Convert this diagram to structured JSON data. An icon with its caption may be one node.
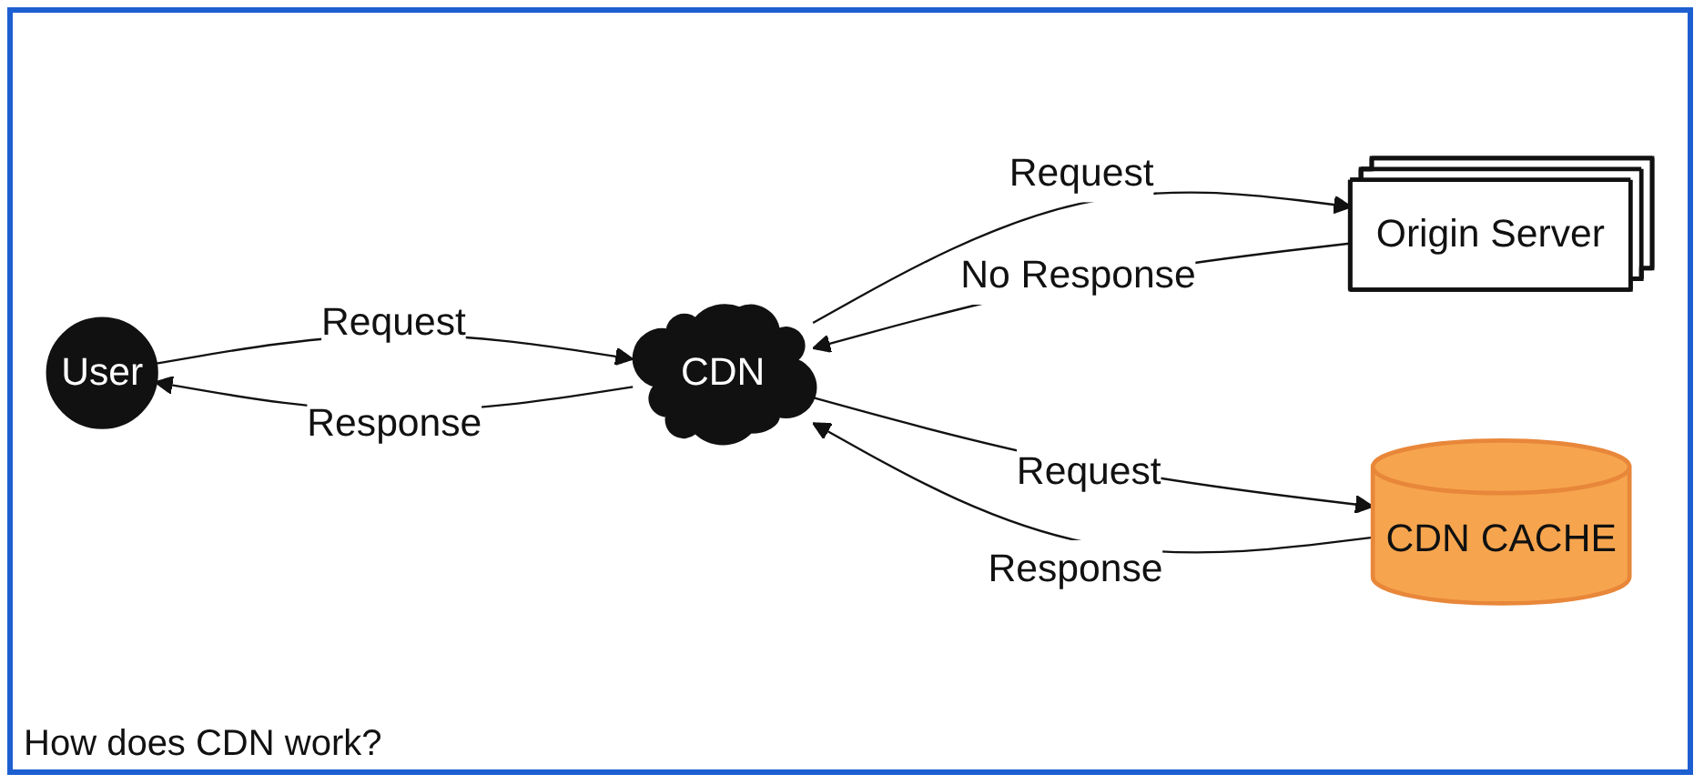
{
  "diagram": {
    "caption": "How does CDN work?",
    "nodes": [
      {
        "text": [
          "User"
        ]
      },
      {
        "text": [
          "CDN"
        ]
      },
      {
        "text": [
          "Origin Server"
        ]
      },
      {
        "text": [
          "CDN CACHE"
        ]
      }
    ],
    "edges": [
      {
        "from": 0,
        "to": 1,
        "arrow": "to",
        "label": "Request"
      },
      {
        "from": 1,
        "to": 0,
        "arrow": "to",
        "label": "Response"
      },
      {
        "from": 1,
        "to": 2,
        "arrow": "to",
        "label": "Request"
      },
      {
        "from": 2,
        "to": 1,
        "arrow": "to",
        "label": "No Response"
      },
      {
        "from": 1,
        "to": 3,
        "arrow": "to",
        "label": "Request"
      },
      {
        "from": 3,
        "to": 1,
        "arrow": "to",
        "label": "Response"
      }
    ]
  }
}
